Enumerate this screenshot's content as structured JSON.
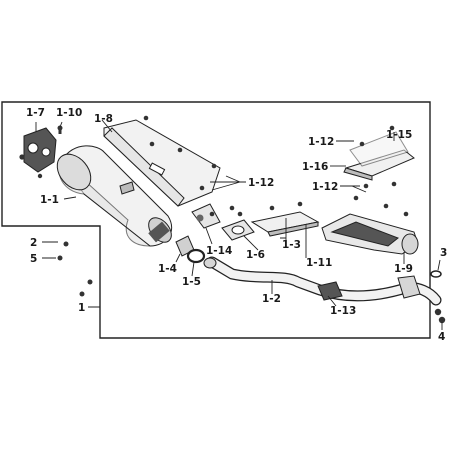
{
  "labels": {
    "l1_7": "1-7",
    "l1_10": "1-10",
    "l1_8": "1-8",
    "l1_1": "1-1",
    "l1_12a": "1-12",
    "l1_12b": "1-12",
    "l1_12c": "1-12",
    "l1_15": "1-15",
    "l1_16": "1-16",
    "l2": "2",
    "l5": "5",
    "l1": "1",
    "l1_4": "1-4",
    "l1_5": "1-5",
    "l1_14": "1-14",
    "l1_6": "1-6",
    "l1_3": "1-3",
    "l1_11": "1-11",
    "l1_2": "1-2",
    "l1_13": "1-13",
    "l1_9": "1-9",
    "l3": "3",
    "l4": "4"
  },
  "colors": {
    "line": "#222222",
    "part_fill": "#f2f2f2",
    "shade": "#bdbdbd",
    "dark": "#555555"
  }
}
